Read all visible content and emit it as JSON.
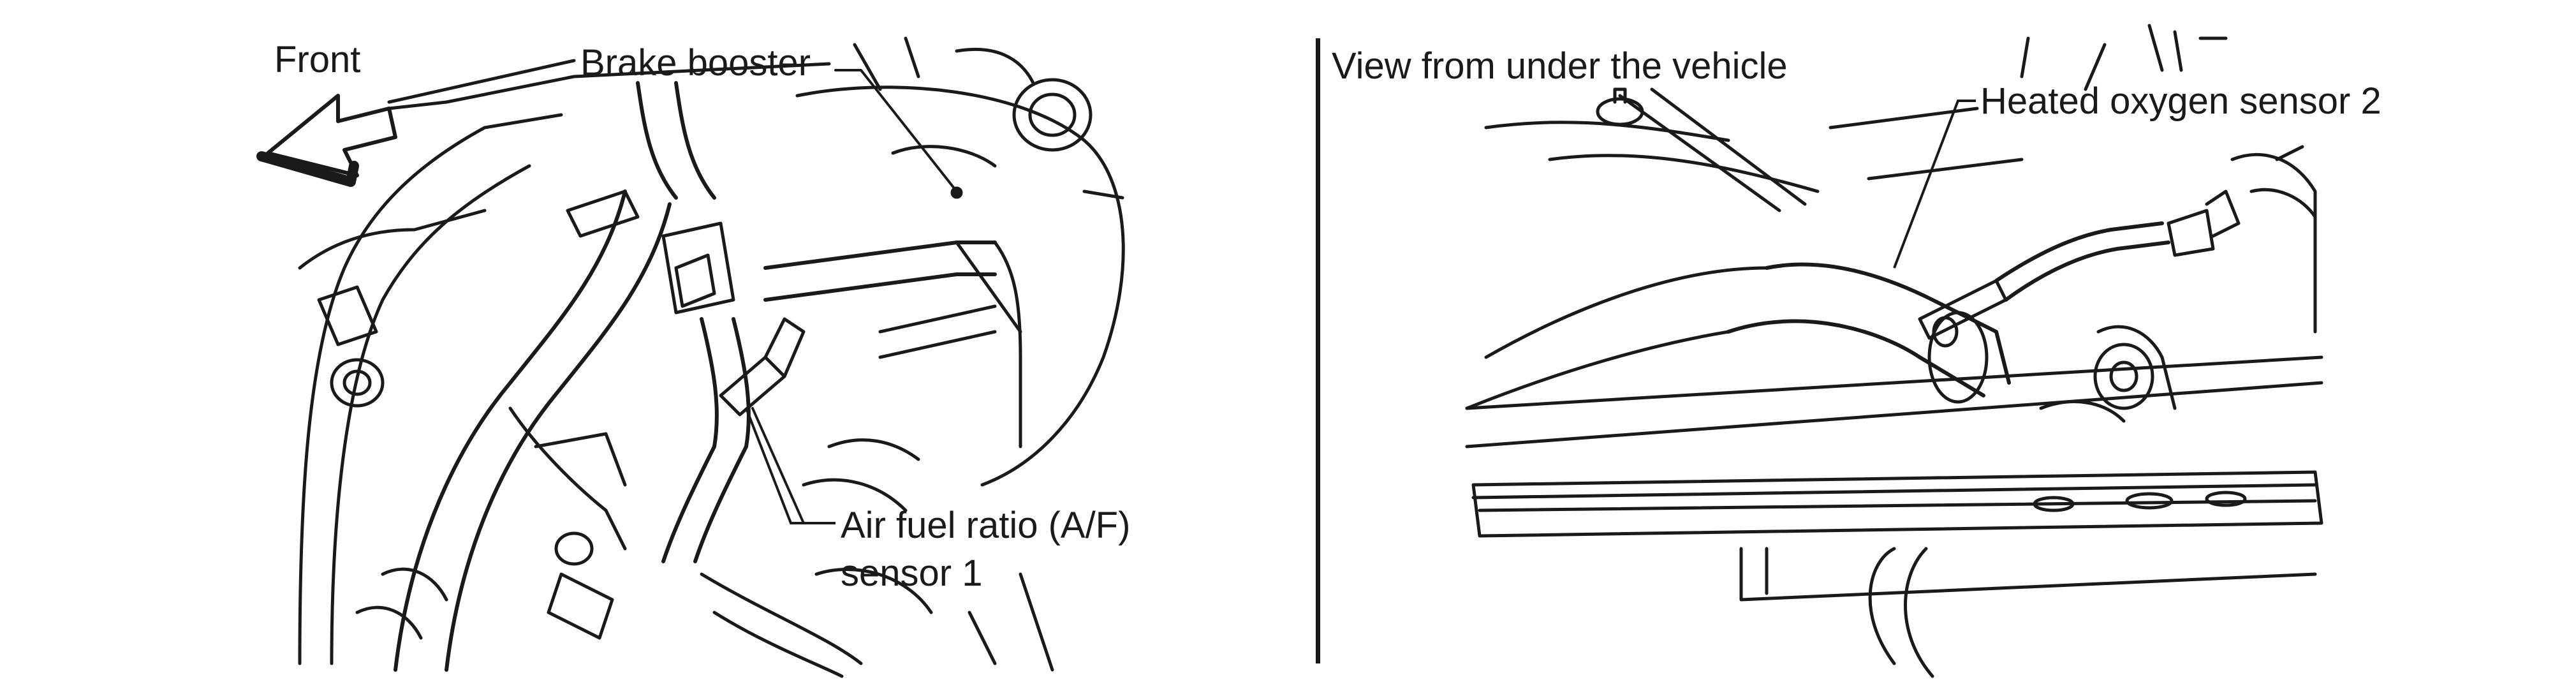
{
  "left_panel": {
    "front_label": "Front",
    "brake_booster_label": "Brake booster",
    "af_sensor_label_line1": "Air fuel ratio (A/F)",
    "af_sensor_label_line2": "sensor 1"
  },
  "right_panel": {
    "view_label": "View from under the vehicle",
    "oxygen_sensor_label": "Heated oxygen sensor 2"
  },
  "colors": {
    "line": "#1a1a1a",
    "background": "#ffffff"
  }
}
